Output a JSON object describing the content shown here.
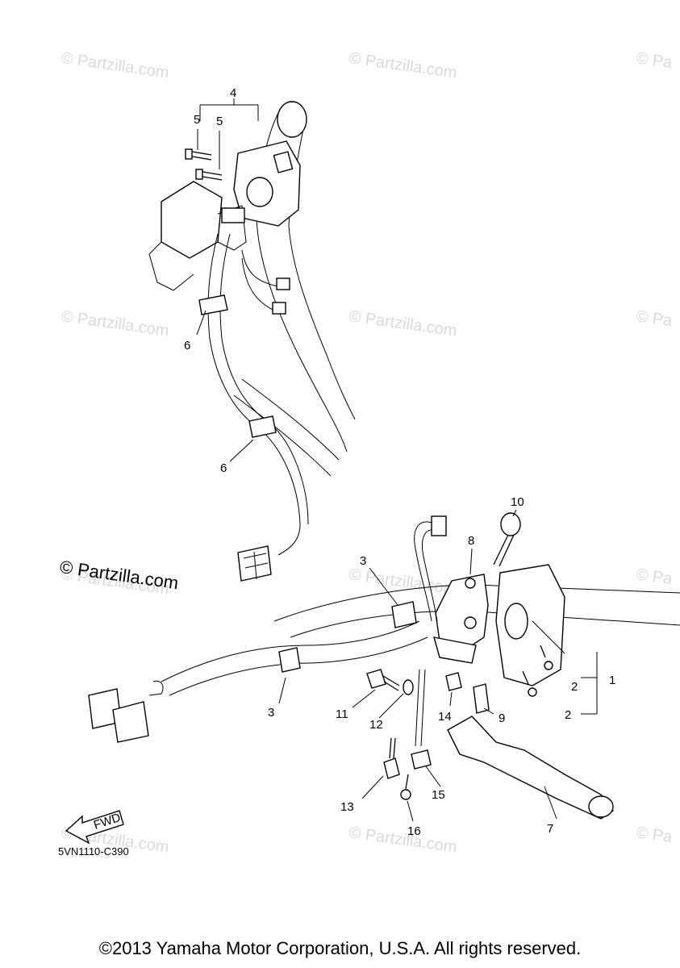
{
  "watermarks": [
    "© Partzilla.com",
    "© Partzilla.com",
    "© Pa",
    "© Partzilla.com",
    "© Partzilla.com",
    "© Pa",
    "© Partzilla.com",
    "© Partzilla.com",
    "© Pa",
    "© Partzilla.com",
    "© Partzilla.com",
    "© Pa"
  ],
  "brand_watermark": "© Partzilla.com",
  "callouts": [
    "4",
    "5",
    "5",
    "6",
    "6",
    "10",
    "8",
    "3",
    "1",
    "2",
    "2",
    "3",
    "11",
    "12",
    "14",
    "9",
    "13",
    "15",
    "16",
    "7"
  ],
  "fwd_label": "FWD",
  "diagram_code": "5VN1110-C390",
  "copyright": "©2013 Yamaha Motor Corporation, U.S.A. All rights reserved."
}
